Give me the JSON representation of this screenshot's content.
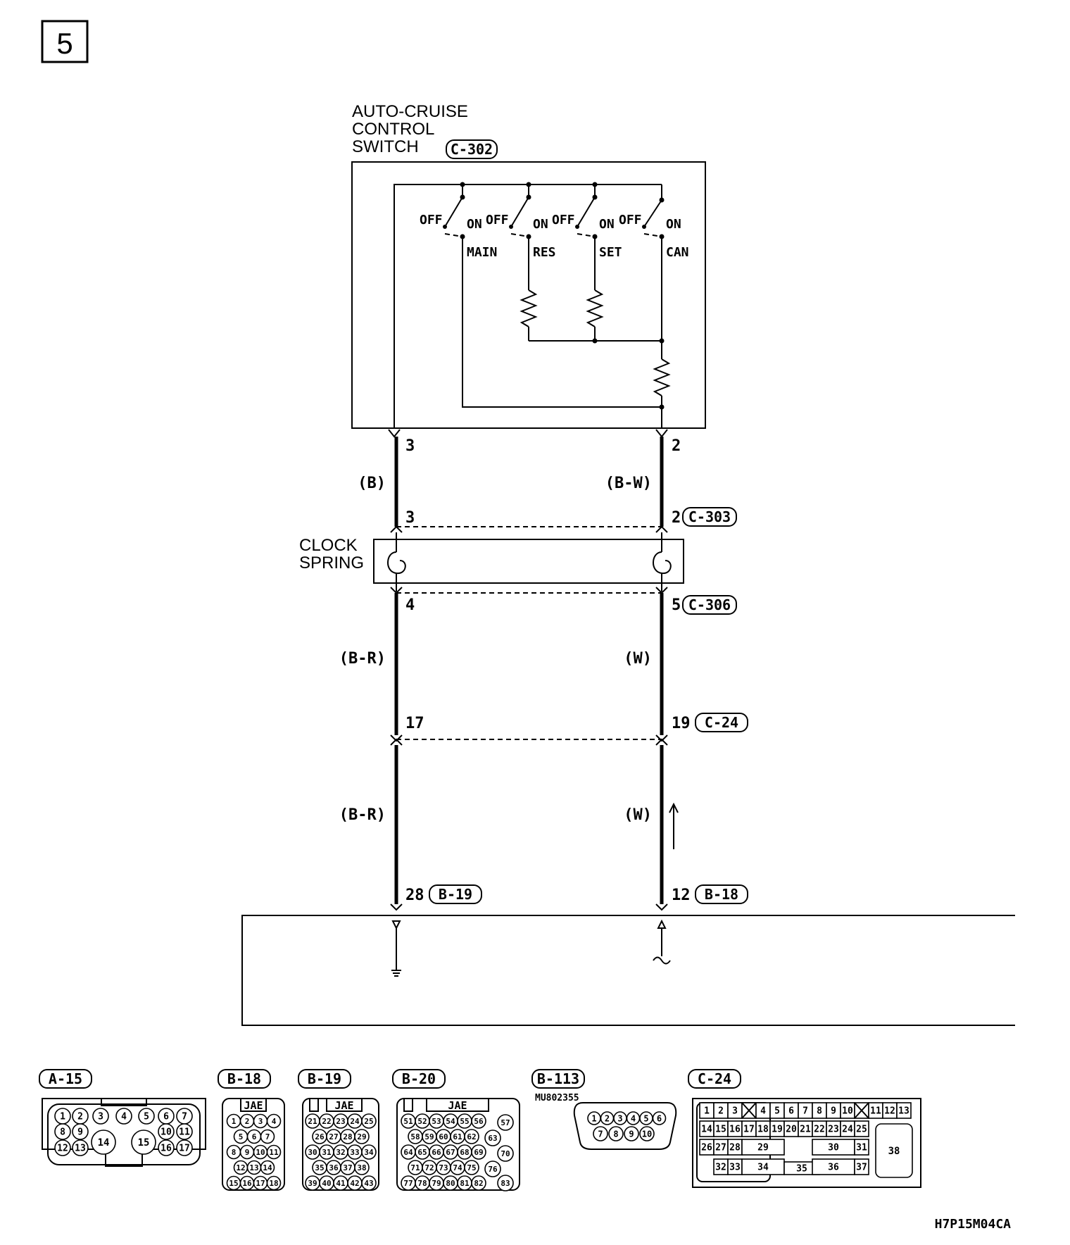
{
  "page_number": "5",
  "switch": {
    "name_line1": "AUTO-CRUISE",
    "name_line2": "CONTROL",
    "name_line3": "SWITCH",
    "connector": "C-302",
    "off": "OFF",
    "on": "ON",
    "main": "MAIN",
    "res": "RES",
    "set": "SET",
    "can": "CAN",
    "pin_left": "3",
    "pin_right": "2"
  },
  "wire_upper": {
    "left_color": "(B)",
    "right_color": "(B-W)"
  },
  "clock_spring": {
    "name_line1": "CLOCK",
    "name_line2": "SPRING",
    "top_pin_left": "3",
    "top_pin_right": "2",
    "top_connector": "C-303",
    "bottom_pin_left": "4",
    "bottom_pin_right": "5",
    "bottom_connector": "C-306"
  },
  "wire_middle": {
    "left_color": "(B-R)",
    "right_color": "(W)"
  },
  "junction": {
    "pin_left": "17",
    "pin_right": "19",
    "connector": "C-24"
  },
  "wire_lower": {
    "left_color": "(B-R)",
    "right_color": "(W)"
  },
  "ecu_pins": {
    "left_pin": "28",
    "left_connector": "B-19",
    "right_pin": "12",
    "right_connector": "B-18"
  },
  "connectors": {
    "a15": {
      "label": "A-15"
    },
    "b18": {
      "label": "B-18",
      "maker": "JAE"
    },
    "b19": {
      "label": "B-19",
      "maker": "JAE"
    },
    "b20": {
      "label": "B-20",
      "maker": "JAE"
    },
    "b113": {
      "label": "B-113",
      "part": "MU802355"
    },
    "c24": {
      "label": "C-24"
    }
  },
  "diagram_code": "H7P15M04CA"
}
